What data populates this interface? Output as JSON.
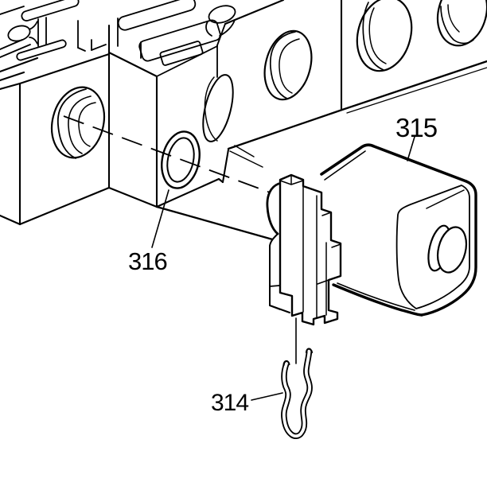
{
  "figure": {
    "background_color": "#ffffff",
    "line_color": "#000000",
    "callouts": [
      {
        "label": "315"
      },
      {
        "label": "316"
      },
      {
        "label": "314"
      }
    ]
  }
}
